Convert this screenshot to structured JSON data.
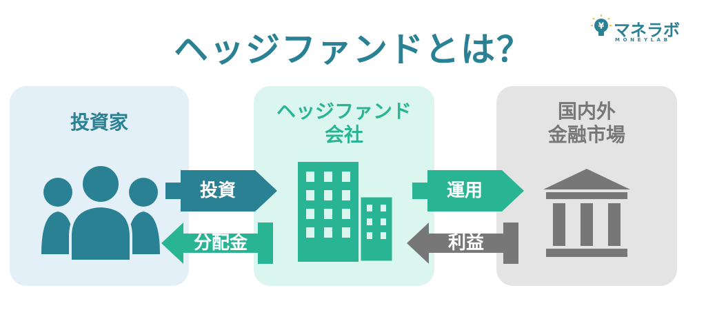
{
  "title": "ヘッジファンドとは？",
  "logo": {
    "name": "マネラボ",
    "sub": "MONEYLAB"
  },
  "panels": [
    {
      "lines": [
        "投資家"
      ]
    },
    {
      "lines": [
        "ヘッジファンド",
        "会社"
      ]
    },
    {
      "lines": [
        "国内外",
        "金融市場"
      ]
    }
  ],
  "arrows": {
    "invest": "投資",
    "dividend": "分配金",
    "operate": "運用",
    "profit": "利益"
  },
  "colors": {
    "teal": "#2a8194",
    "green": "#29b594",
    "gray": "#777777",
    "investor_bg": "#e3f0f7",
    "fund_bg": "#dbf6ee",
    "market_bg": "#e4e4e4"
  },
  "icons": {
    "investor": "people-group-icon",
    "fund": "office-buildings-icon",
    "market": "bank-building-icon",
    "logo": "lightbulb-yen-icon"
  }
}
